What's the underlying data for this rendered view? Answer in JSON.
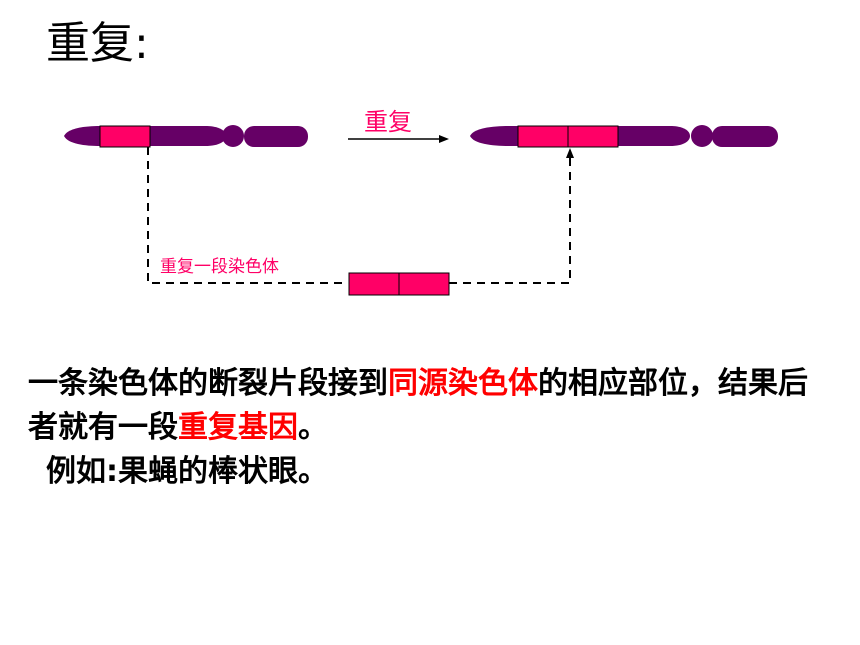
{
  "slide": {
    "title": "重复:",
    "arrow_label": "重复",
    "segment_label": "重复一段染色体",
    "description": {
      "part1": "一条染色体的断裂片段接到",
      "highlight1": "同源染色体",
      "part2": "的相应部位，结果后者就有一段",
      "highlight2": "重复基因",
      "part3": "。",
      "example": "例如:果蝇的棒状眼。"
    }
  },
  "colors": {
    "chromosome": "#660066",
    "segment": "#ff0066",
    "label": "#ff0066",
    "highlight": "#ff0000",
    "line": "#000000"
  }
}
